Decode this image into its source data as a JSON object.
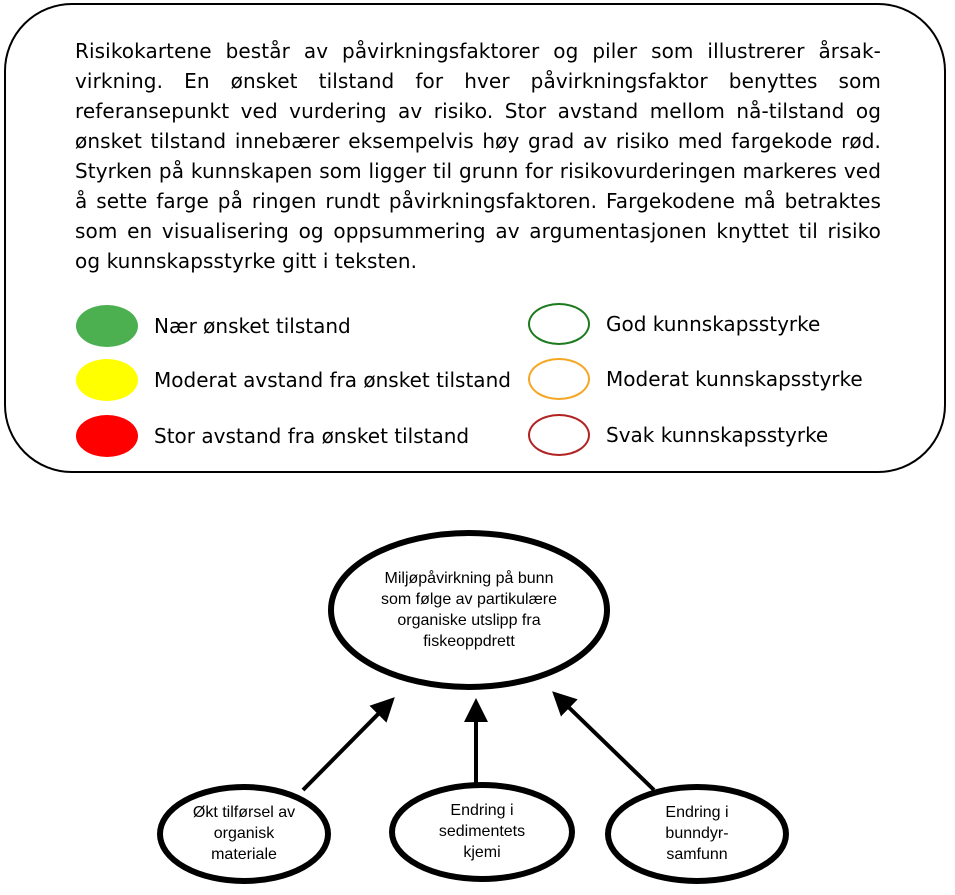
{
  "legend": {
    "intro_text": "Risikokartene består av påvirkningsfaktorer og piler som illustrerer årsak-virkning. En ønsket tilstand for hver påvirkningsfaktor benyttes som referansepunkt ved vurdering av risiko. Stor avstand mellom nå-tilstand og ønsket tilstand innebærer eksempelvis høy grad av risiko med fargekode rød. Styrken på kunnskapen som ligger til grunn for risikovurderingen markeres ved å sette farge på ringen rundt påvirkningsfaktoren. Fargekodene må betraktes som en visualisering og oppsummering av argumentasjonen knyttet til risiko og kunnskapsstyrke gitt i teksten.",
    "risk_levels": [
      {
        "label": "Nær ønsket tilstand",
        "color": "#4caf50"
      },
      {
        "label": "Moderat avstand fra ønsket tilstand",
        "color": "#ffff00"
      },
      {
        "label": "Stor avstand fra ønsket tilstand",
        "color": "#ff0000"
      }
    ],
    "knowledge_levels": [
      {
        "label": "God kunnskapsstyrke",
        "color": "#1e7a1e"
      },
      {
        "label": "Moderat kunnskapsstyrke",
        "color": "#f5a623"
      },
      {
        "label": "Svak kunnskapsstyrke",
        "color": "#b22222"
      }
    ]
  },
  "diagram": {
    "top_node": {
      "lines": [
        "Miljøpåvirkning på bunn",
        "som følge av partikulære",
        "organiske utslipp fra",
        "fiskeoppdrett"
      ]
    },
    "factor_nodes": [
      {
        "lines": [
          "Økt tilførsel av",
          "organisk",
          "materiale"
        ]
      },
      {
        "lines": [
          "Endring i",
          "sedimentets",
          "kjemi"
        ]
      },
      {
        "lines": [
          "Endring i",
          "bunndyr-",
          "samfunn"
        ]
      }
    ]
  }
}
